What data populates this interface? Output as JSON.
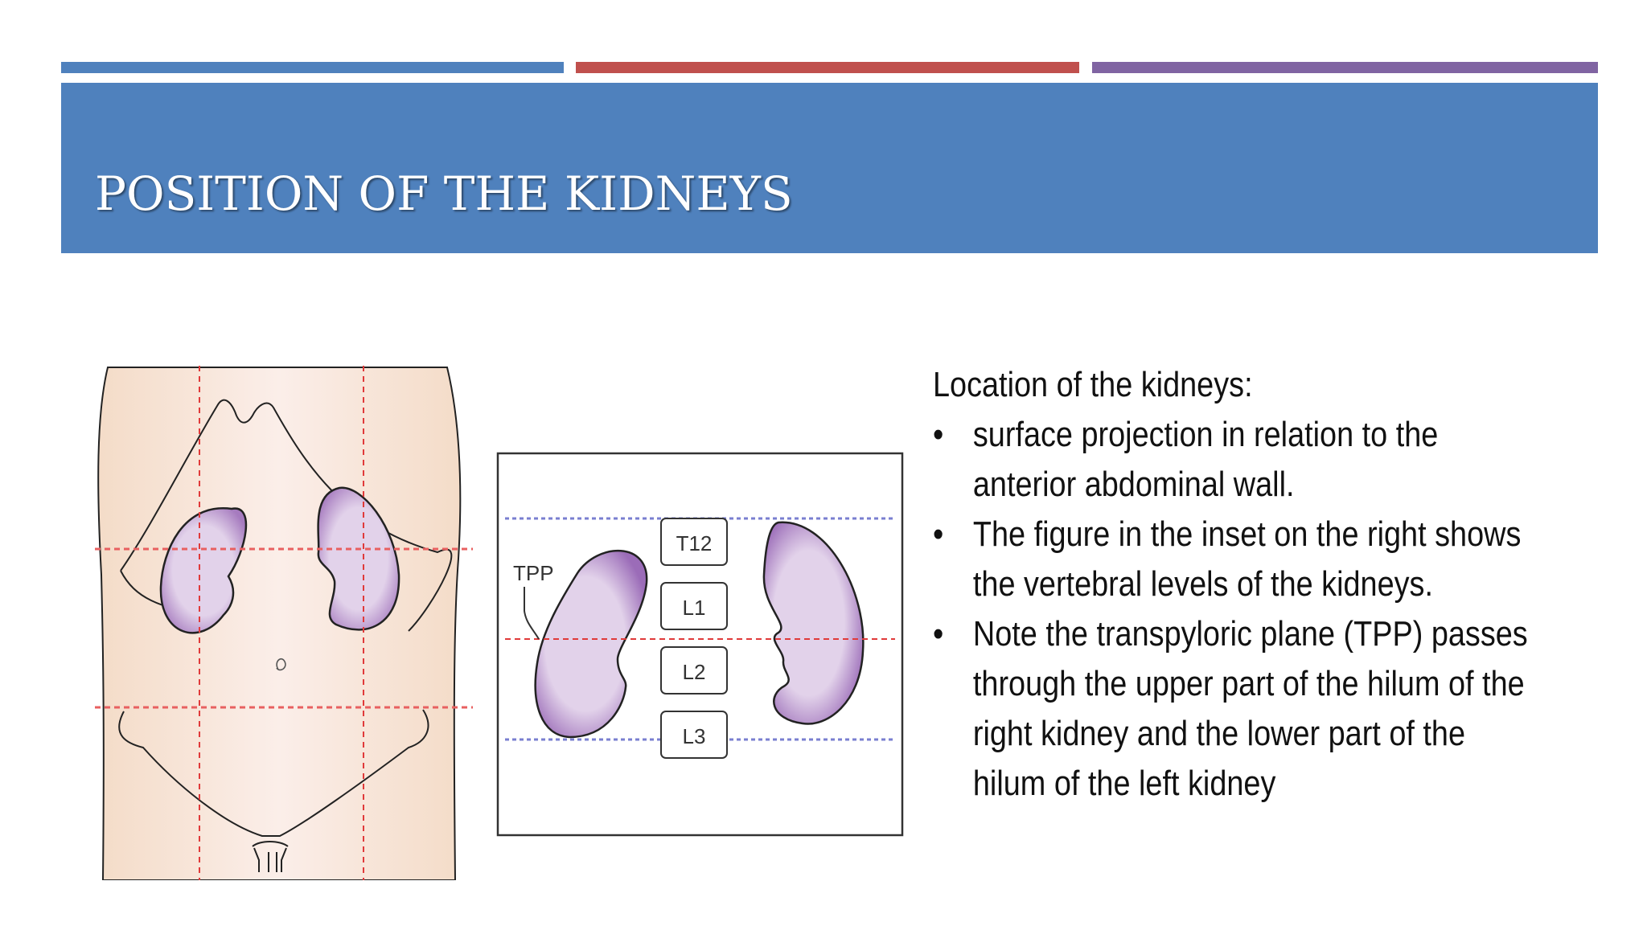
{
  "slide": {
    "title": "POSITION OF THE KIDNEYS",
    "accent_colors": [
      "#4f81bd",
      "#c0504d",
      "#8064a2"
    ],
    "band_color": "#4f81bd"
  },
  "figure_inset": {
    "plane_label": "TPP",
    "vertebrae": [
      "T12",
      "L1",
      "L2",
      "L3"
    ]
  },
  "text": {
    "intro": "Location of the kidneys:",
    "bullet_glyph": "•",
    "bullets": [
      "surface projection in relation to the anterior abdominal wall.",
      "The figure in the inset on the right shows the vertebral levels of the kidneys.",
      "Note the transpyloric plane (TPP) passes through the upper part of the hilum of the right kidney and the lower part of the hilum of the left kidney"
    ]
  }
}
